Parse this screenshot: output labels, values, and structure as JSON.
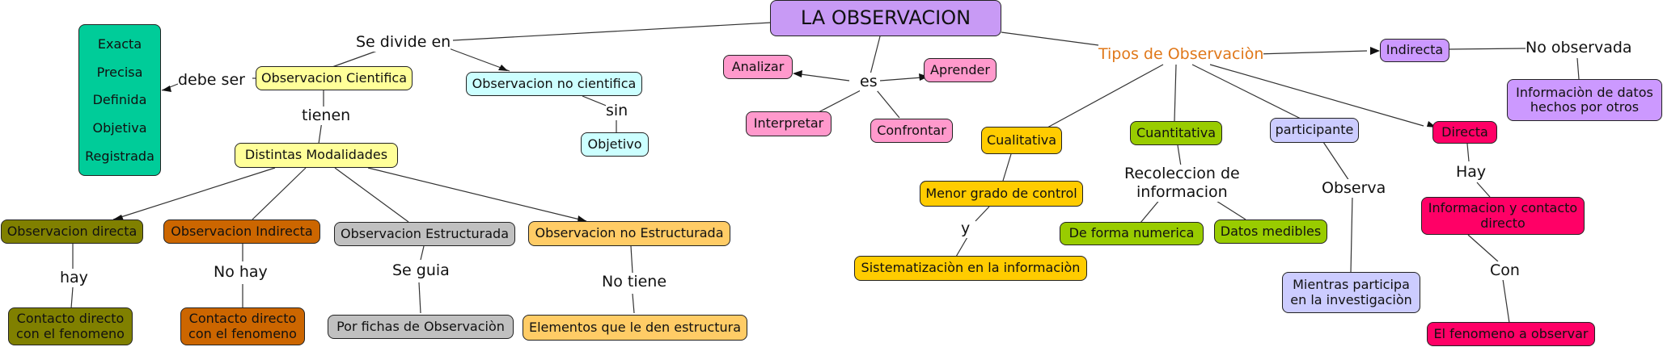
{
  "title": "LA OBSERVACION",
  "nodes": {
    "cientifica": "Observacion Cientifica",
    "no_cientifica": "Observacion no cientifica",
    "objetivo": "Objetivo",
    "modalidades": "Distintas Modalidades",
    "directa_mod": "Observacion directa",
    "indirecta_mod": "Observacion Indirecta",
    "estructurada": "Observacion Estructurada",
    "no_estructurada": "Observacion no Estructurada",
    "contacto_directo": "Contacto directo\ncon el fenomeno",
    "contacto_indirecto": "Contacto directo\ncon el fenomeno",
    "fichas": "Por fichas de Observaciòn",
    "elementos": "Elementos que le den estructura",
    "analizar": "Analizar",
    "aprender": "Aprender",
    "interpretar": "Interpretar",
    "confrontar": "Confrontar",
    "cualitativa": "Cualitativa",
    "cuantitativa": "Cuantitativa",
    "participante": "participante",
    "directa": "Directa",
    "indirecta": "Indirecta",
    "info_datos": "Informaciòn de datos\nhechos por otros",
    "menor_grado": "Menor grado de control",
    "sistematizacion": "Sistematizaciòn en la informaciòn",
    "forma_numerica": "De forma numerica",
    "datos_medibles": "Datos medibles",
    "mientras": "Mientras participa\nen la investigaciòn",
    "info_contacto": "Informacion y contacto\ndirecto",
    "fenomeno": "El fenomeno a observar"
  },
  "qualities": [
    "Exacta",
    "Precisa",
    "Definida",
    "Objetiva",
    "Registrada"
  ],
  "labels": {
    "se_divide": "Se divide en",
    "debe_ser": "debe ser",
    "tienen": "tienen",
    "sin": "sin",
    "hay1": "hay",
    "no_hay": "No hay",
    "se_guia": "Se guia",
    "no_tiene": "No tiene",
    "es": "es",
    "tipos": "Tipos de Observaciòn",
    "no_observada": "No observada",
    "y": "y",
    "recoleccion": "Recoleccion de\ninformacion",
    "observa": "Observa",
    "hay2": "Hay",
    "con": "Con"
  },
  "colors": {
    "title": "#c89af5",
    "yellow_light": "#ffff99",
    "cyan_light": "#ccffff",
    "teal": "#00cc99",
    "olive": "#808000",
    "orange_dark": "#cc6600",
    "gray": "#c0c0c0",
    "orange_light": "#ffcc66",
    "pink": "#ff99cc",
    "gold": "#ffcc00",
    "green": "#99cc00",
    "lavender": "#ccccff",
    "magenta": "#ff0066",
    "purple": "#cc99ff",
    "tipos_text": "#e0781a"
  }
}
